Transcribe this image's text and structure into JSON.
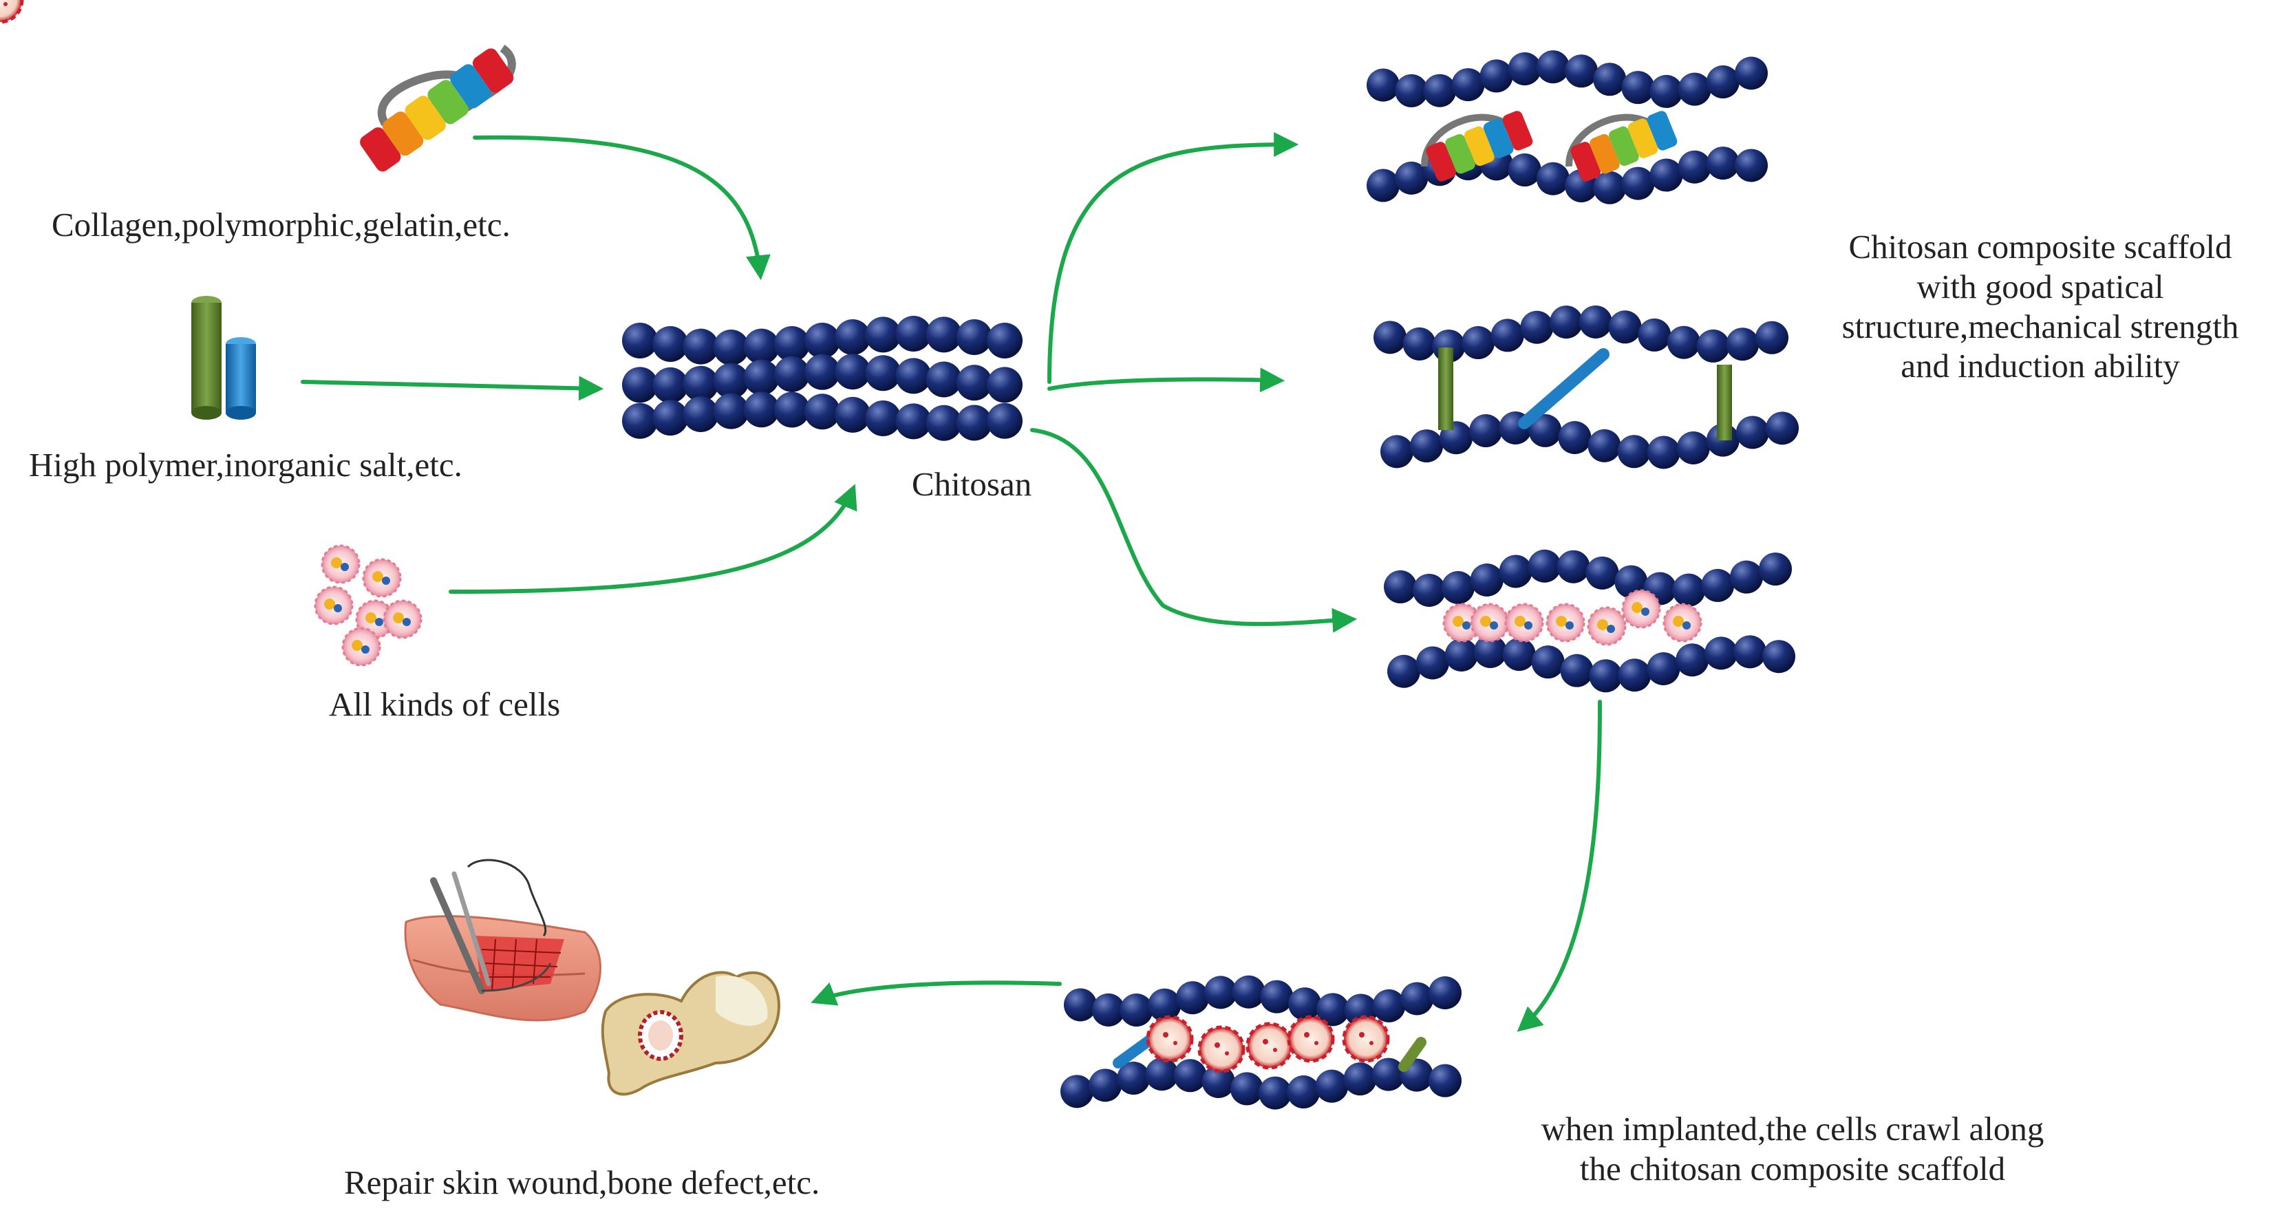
{
  "labels": {
    "collagen": "Collagen,polymorphic,gelatin,etc.",
    "polymer": "High polymer,inorganic salt,etc.",
    "cells": "All kinds of cells",
    "chitosan": "Chitosan",
    "scaffold_line1": "Chitosan composite scaffold",
    "scaffold_line2": "with good spatical",
    "scaffold_line3": "structure,mechanical strength",
    "scaffold_line4": "and induction ability",
    "implanted_line1": "when implanted,the cells crawl along",
    "implanted_line2": "the chitosan composite scaffold",
    "repair": "Repair skin wound,bone defect,etc."
  },
  "colors": {
    "arrow": "#1aa84a",
    "bead": "#0b1c58",
    "bead_highlight": "#5f73b8",
    "rod_green": "#5c7f2c",
    "rod_blue": "#1f7ec4",
    "cell_pink": "#f5b7c3",
    "tissue": "#e8937d",
    "bone": "#e9d6a8"
  }
}
